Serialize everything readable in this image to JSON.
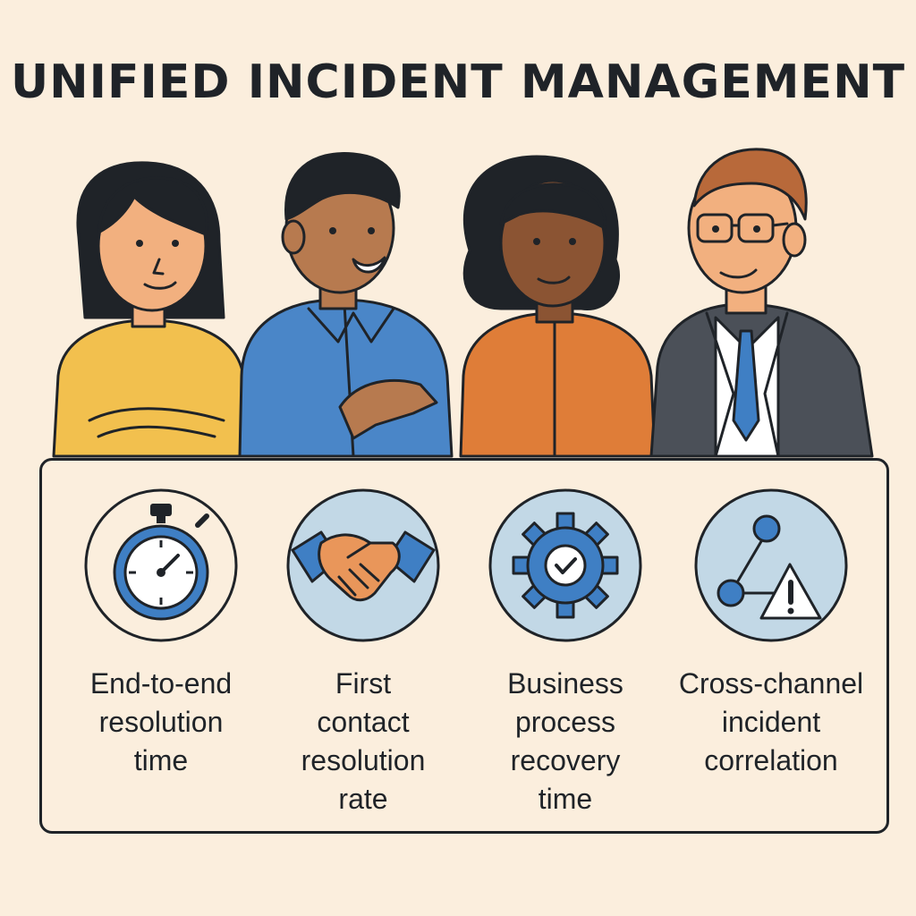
{
  "title": "UNIFIED INCIDENT MANAGEMENT",
  "colors": {
    "background": "#fbeedd",
    "ink": "#1f2328",
    "accent_blue": "#3f7fc4",
    "icon_circle": "#c2d8e6"
  },
  "people": [
    {
      "shirt": "yellow",
      "icon": "woman-arms-crossed"
    },
    {
      "shirt": "blue",
      "icon": "man-talking"
    },
    {
      "shirt": "orange",
      "icon": "woman-curly-hair"
    },
    {
      "shirt": "suit",
      "icon": "man-glasses-suit"
    }
  ],
  "metrics": [
    {
      "icon": "stopwatch-icon",
      "label": "End-to-end\nresolution\ntime"
    },
    {
      "icon": "handshake-icon",
      "label": "First\ncontact\nresolution\nrate"
    },
    {
      "icon": "gear-check-icon",
      "label": "Business\nprocess\nrecovery\ntime"
    },
    {
      "icon": "network-warning-icon",
      "label": "Cross-channel\nincident\ncorrelation"
    }
  ]
}
